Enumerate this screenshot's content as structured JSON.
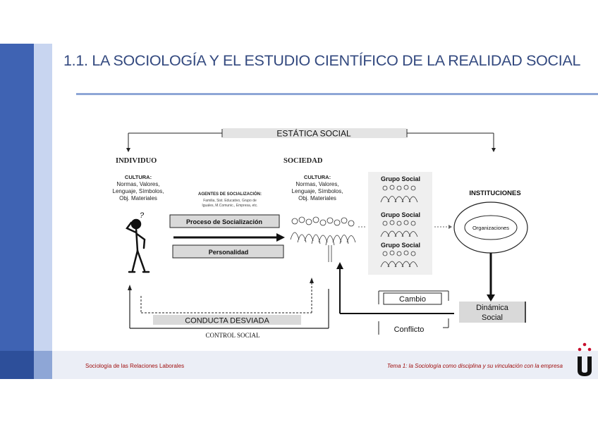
{
  "slide": {
    "title": "1.1. LA SOCIOLOGÍA Y EL ESTUDIO CIENTÍFICO DE LA REALIDAD SOCIAL"
  },
  "diagram": {
    "estatica": "ESTÁTICA SOCIAL",
    "individuo": "INDIVIDUO",
    "sociedad": "SOCIEDAD",
    "cultura_individuo": [
      "CULTURA:",
      "Normas, Valores,",
      "Lenguaje, Símbolos,",
      "Obj. Materiales"
    ],
    "cultura_sociedad": [
      "CULTURA:",
      "Normas, Valores,",
      "Lenguaje, Símbolos,",
      "Obj. Materiales"
    ],
    "agentes_title": "AGENTES DE SOCIALIZACIÓN:",
    "agentes_lines": [
      "Familia, Sist. Educativo, Grupo de",
      "Iguales, M.Comunic., Empresa, etc."
    ],
    "proceso": "Proceso de Socialización",
    "personalidad": "Personalidad",
    "grupos": [
      "Grupo Social",
      "Grupo Social",
      "Grupo Social"
    ],
    "instituciones": "INSTITUCIONES",
    "organizaciones": "Organizaciones",
    "cambio": "Cambio",
    "conflicto": "Conflicto",
    "dinamica": [
      "Dinámica",
      "Social"
    ],
    "conducta": "CONDUCTA DESVIADA",
    "control": "CONTROL SOCIAL"
  },
  "footer": {
    "left": "Sociología de las Relaciones Laborales",
    "right": "Tema 1: la Sociología como disciplina y su vinculación con la empresa"
  },
  "logo": {
    "letter": "ü",
    "color": "#c8102e"
  }
}
